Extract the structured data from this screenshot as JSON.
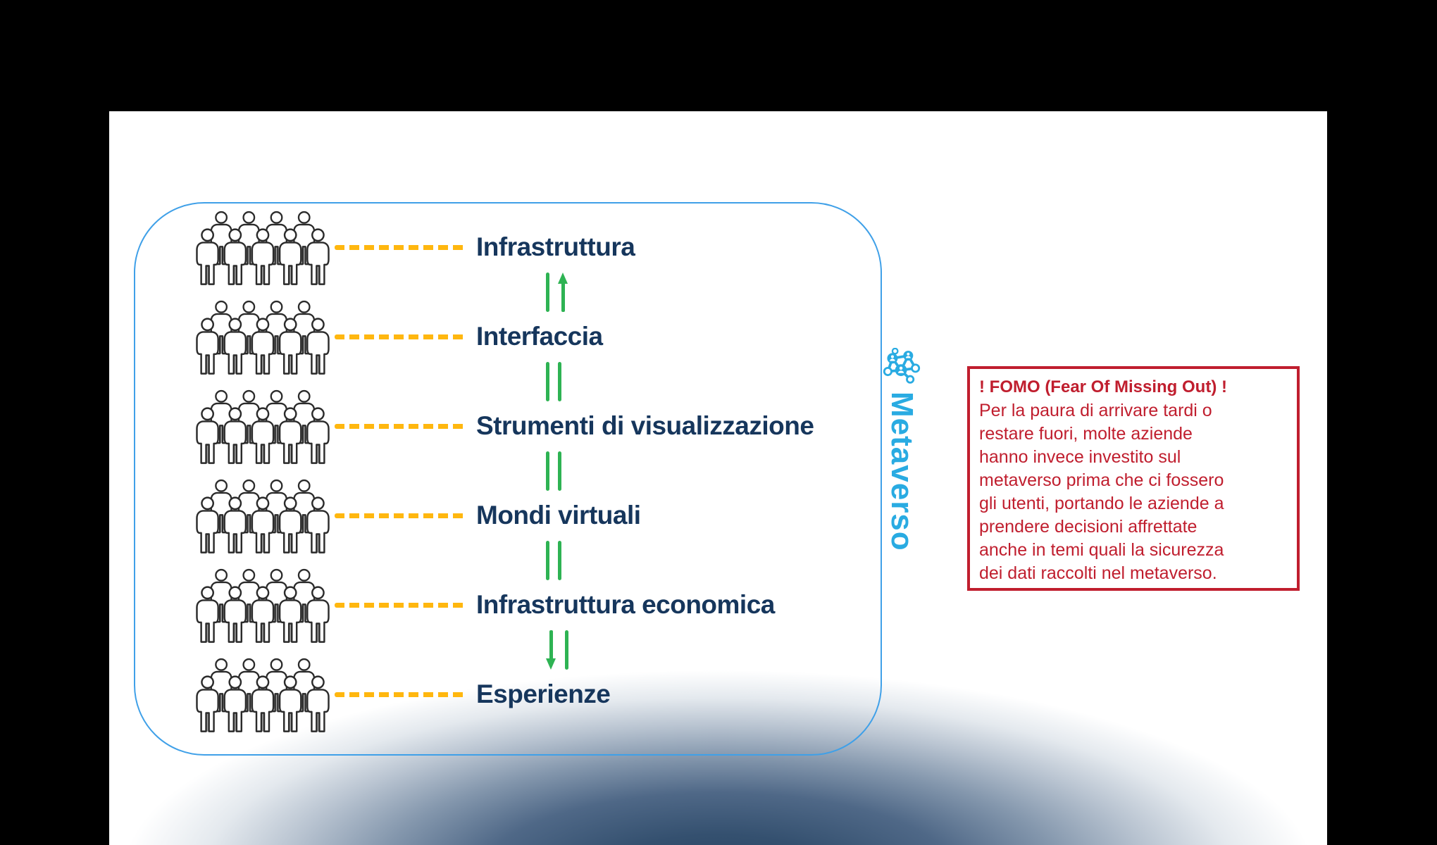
{
  "frame": {
    "background": "#000000",
    "slide_background": "#ffffff"
  },
  "panel": {
    "border_color": "#3FA0E8"
  },
  "rows": [
    {
      "label": "Infrastruttura"
    },
    {
      "label": "Interfaccia"
    },
    {
      "label": "Strumenti di visualizzazione"
    },
    {
      "label": "Mondi virtuali"
    },
    {
      "label": "Infrastruttura economica"
    },
    {
      "label": "Esperienze"
    }
  ],
  "connectors": [
    {
      "left": "line",
      "right": "arrow-up"
    },
    {
      "left": "line",
      "right": "line"
    },
    {
      "left": "line",
      "right": "line"
    },
    {
      "left": "line",
      "right": "line"
    },
    {
      "left": "arrow-down",
      "right": "line"
    }
  ],
  "metaverso": {
    "label": "Metaverso",
    "color": "#29ABE2",
    "icon": "network-users-icon"
  },
  "fomo": {
    "title": "! FOMO (Fear Of Missing Out) !",
    "body": "Per la paura di arrivare tardi o\nrestare fuori, molte aziende\nhanno invece investito sul\nmetaverso prima che ci fossero\ngli utenti, portando le aziende a\nprendere decisioni affrettate\nanche in temi quali la sicurezza\ndei dati raccolti nel metaverso.",
    "text_color": "#C01E2E",
    "border_color": "#C01E2E"
  },
  "colors": {
    "layer_label": "#16365C",
    "dash_orange": "#FFB70F",
    "arrow_green": "#2EB353",
    "bottom_glow_dark": "#2B4766"
  },
  "icons": {
    "crowd": "crowd-of-people-icon",
    "network": "network-users-icon"
  }
}
